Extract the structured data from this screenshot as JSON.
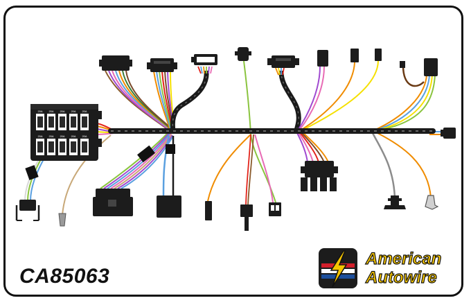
{
  "title": "",
  "part_number": "CA85063",
  "brand": {
    "line1": "American",
    "line2": "Autowire"
  },
  "colors": {
    "harness": "#1a1a1a",
    "wrap_stripe": "#555555",
    "brand_yellow": "#f5c400",
    "brand_red": "#d21f2b",
    "brand_blue": "#1d4f9c",
    "tan_wire": "#c8a878",
    "frame": "#111111"
  },
  "fuse_block": {
    "fuse_labels_top": [
      "20A",
      "20A",
      "20A",
      "20A",
      "20A"
    ],
    "fuse_labels_bottom": [
      "20A",
      "20A",
      "20A",
      "20A",
      "20A"
    ]
  },
  "icons": [
    "fuse-block-icon",
    "connector-icon",
    "bulb-socket-icon",
    "lightning-bolt-icon"
  ]
}
